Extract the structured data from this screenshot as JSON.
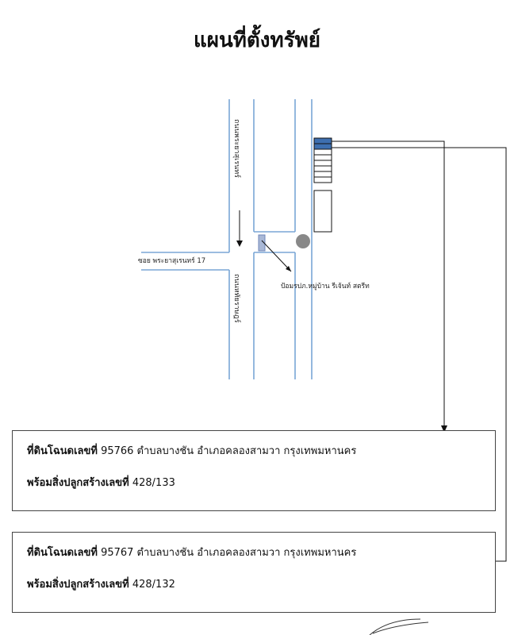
{
  "title": "แผนที่ตั้งทรัพย์",
  "map": {
    "road_left_top": "ถนนพระยาสุเรนทร์",
    "road_left_bottom": "ถนนหทัยราษฎร์",
    "soi_label": "ซอย พระยาสุเรนทร์ 17",
    "gate_label": "ป้อมรปภ.หมู่บ้าน รีเจ้นท์ สตรีท"
  },
  "deeds": [
    {
      "prefix": "ที่ดินโฉนดเลขที่",
      "rest": " 95766 ตำบลบางชัน อำเภอคลองสามวา กรุงเทพมหานคร",
      "line2_prefix": "พร้อมสิ่งปลูกสร้างเลขที่",
      "line2_rest": " 428/133"
    },
    {
      "prefix": "ที่ดินโฉนดเลขที่",
      "rest": " 95767 ตำบลบางชัน อำเภอคลองสามวา กรุงเทพมหานคร",
      "line2_prefix": "พร้อมสิ่งปลูกสร้างเลขที่",
      "line2_rest": " 428/132"
    }
  ],
  "colors": {
    "road": "#7aa6d6",
    "highlight": "#3d6fb0",
    "gate": "#a9b8d6",
    "circle": "#888888"
  }
}
